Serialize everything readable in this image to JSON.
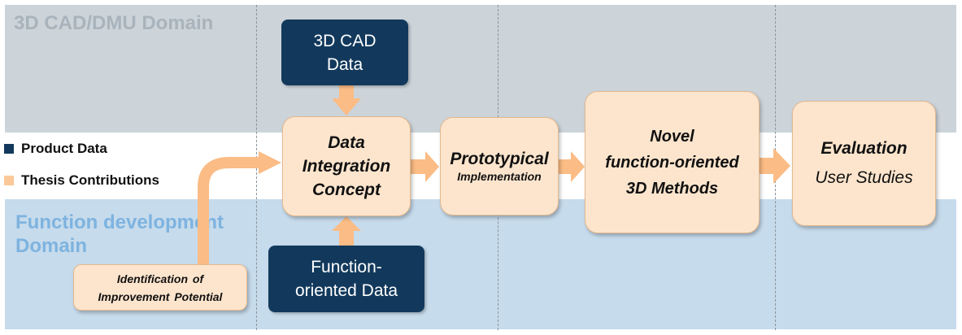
{
  "domains": {
    "top_label": "3D CAD/DMU Domain",
    "bottom_label": "Function development Domain"
  },
  "legend": [
    {
      "label": "Product Data",
      "color": "#12395c"
    },
    {
      "label": "Thesis Contributions",
      "color": "#fbc89a"
    }
  ],
  "boxes": {
    "cad_data": {
      "line1": "3D CAD",
      "line2": "Data"
    },
    "function_oriented_data": {
      "line1": "Function-",
      "line2": "oriented Data"
    },
    "data_integration": {
      "line1": "Data",
      "line2": "Integration",
      "line3": "Concept"
    },
    "prototypical": {
      "line1": "Prototypical",
      "line2": "Implementation"
    },
    "novel_methods": {
      "line1": "Novel",
      "line2": "function-oriented",
      "line3": "3D Methods"
    },
    "evaluation": {
      "line1": "Evaluation",
      "line2": "User Studies"
    },
    "improvement": {
      "line1": "Identification of",
      "line2": "Improvement Potential"
    }
  },
  "colors": {
    "product_data": "#12395c",
    "contribution_fill": "#fde5cd",
    "arrow": "#fbbc85",
    "top_band": "#ccd4da",
    "bottom_band": "#c6dbec"
  }
}
